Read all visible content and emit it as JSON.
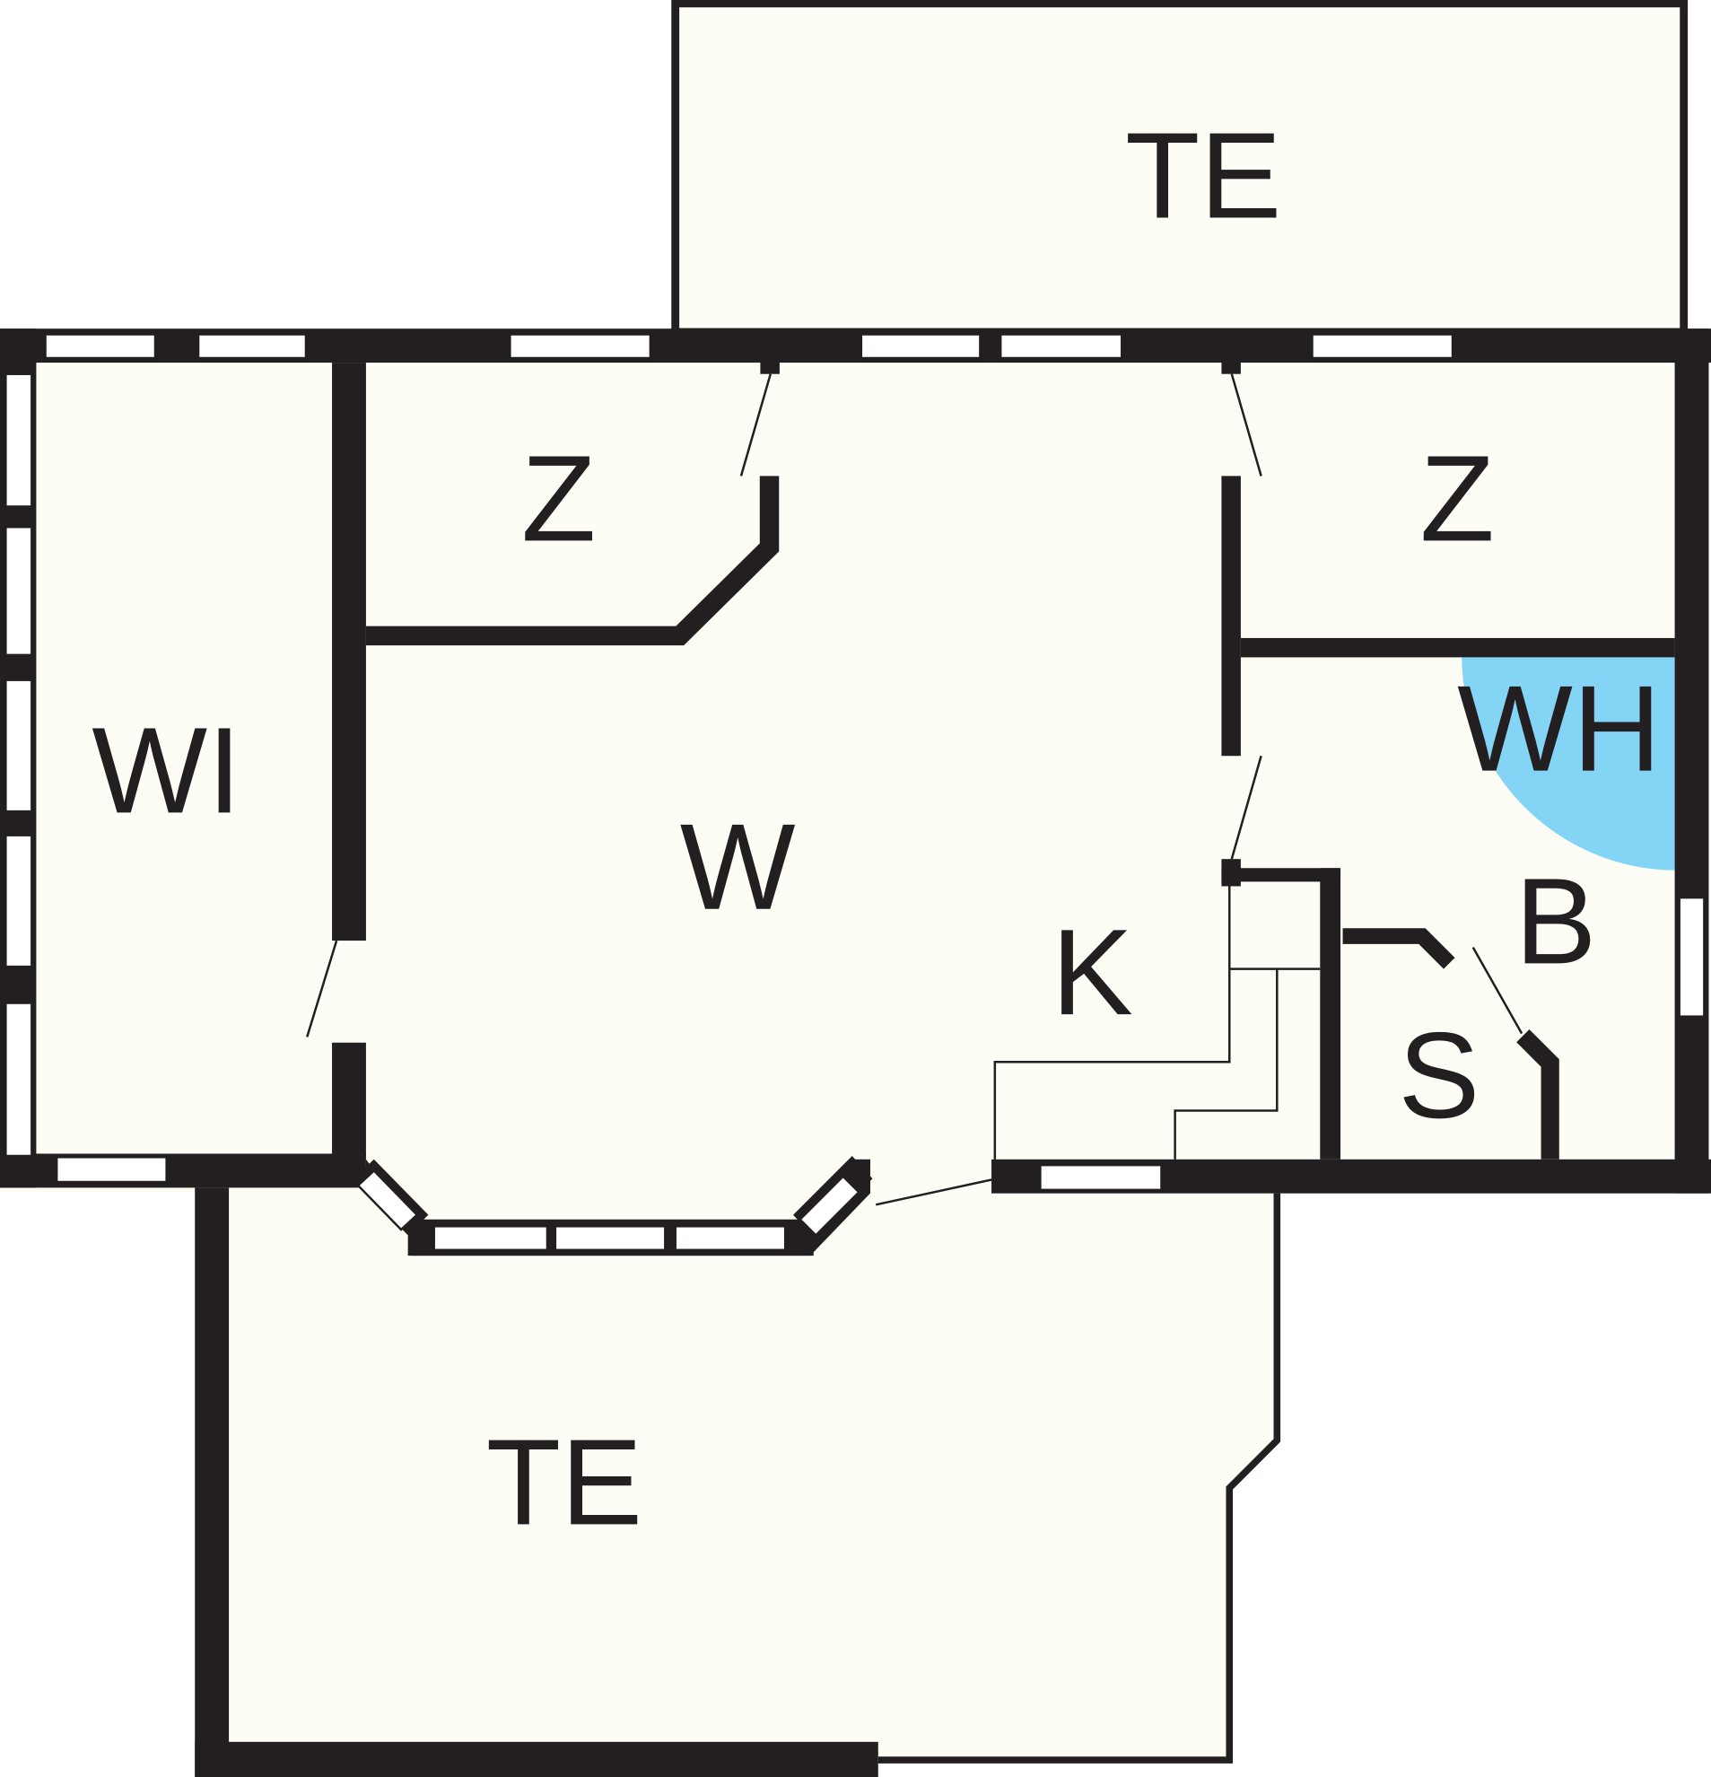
{
  "floorplan": {
    "rooms": {
      "terrace_top": "TE",
      "room_z_left": "Z",
      "room_z_right": "Z",
      "winter_garden": "WI",
      "living": "W",
      "wardrobe_heater": "WH",
      "kitchen": "K",
      "bathroom": "B",
      "storage": "S",
      "terrace_bottom": "TE"
    },
    "colors": {
      "wall": "#231f20",
      "floor": "#fdfdf6",
      "highlight": "#84d4f5"
    }
  }
}
